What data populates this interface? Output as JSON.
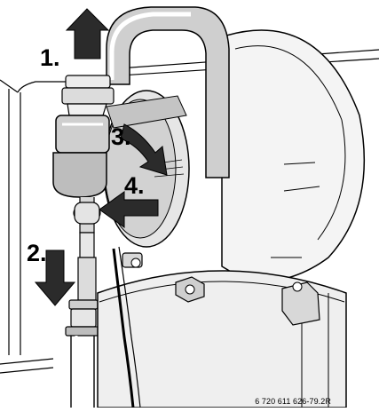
{
  "steps": [
    {
      "label": "1.",
      "icon": "arrow-up-icon",
      "meaning": "pull hose upward"
    },
    {
      "label": "2.",
      "icon": "arrow-down-icon",
      "meaning": "pull tube downward"
    },
    {
      "label": "3.",
      "icon": "arrow-rotate-icon",
      "meaning": "rotate collar"
    },
    {
      "label": "4.",
      "icon": "arrow-left-icon",
      "meaning": "pull component out"
    }
  ],
  "figure_code": "6 720 611 626-79.2R",
  "colors": {
    "line": "#000000",
    "arrow": "#2b2b2b",
    "fill_light": "#e8e8e8",
    "fill_mid": "#bdbdbd",
    "background": "#ffffff"
  }
}
